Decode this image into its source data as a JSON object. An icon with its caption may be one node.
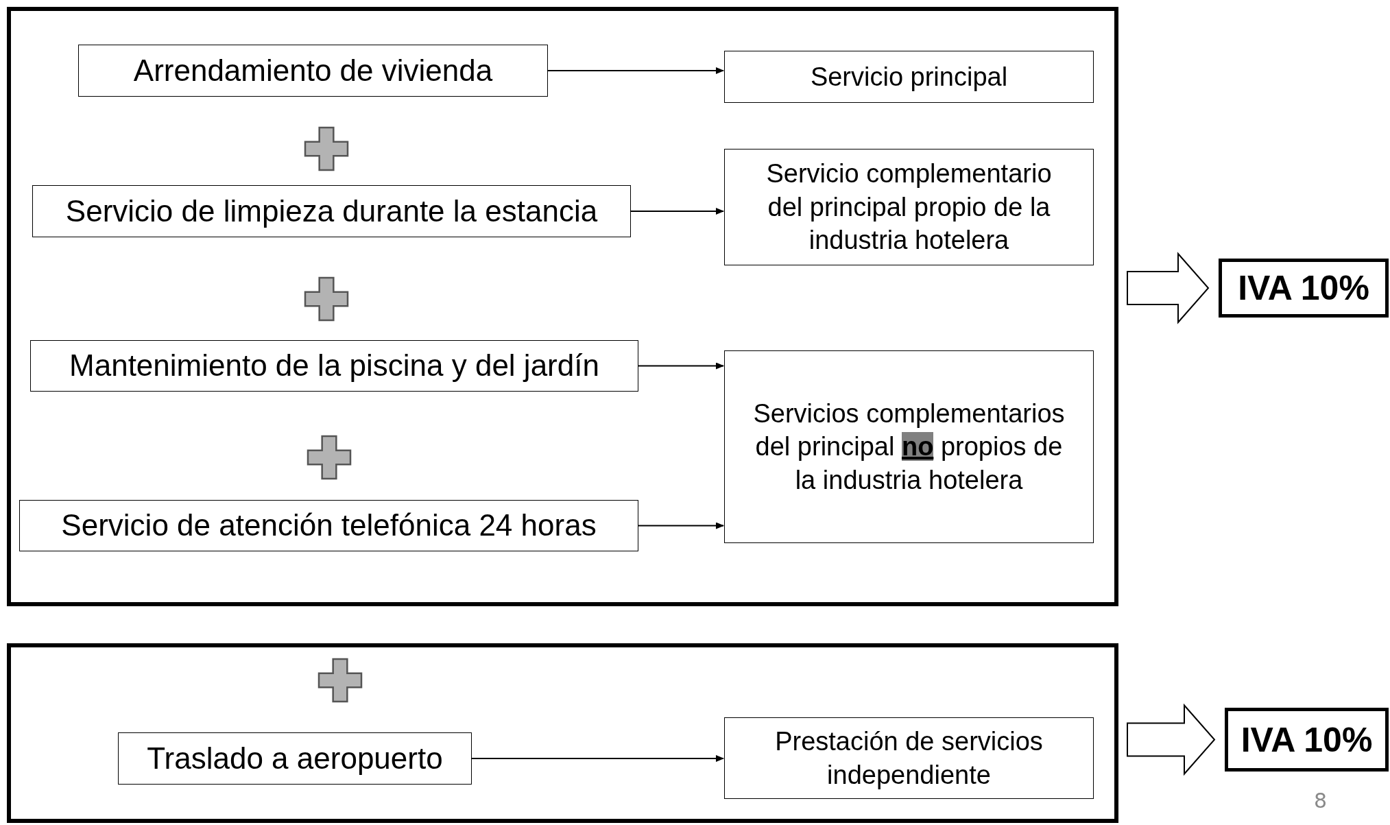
{
  "diagram": {
    "nodes": [
      {
        "text": [],
        "shape": "box"
      },
      {
        "text": [
          "Arrendamiento de vivienda"
        ],
        "in": 0
      },
      {
        "text": [
          "Servicio principal"
        ],
        "in": 0
      },
      {
        "text": [
          "Servicio de limpieza durante la estancia"
        ],
        "in": 0
      },
      {
        "text": [
          "Servicio complementario del principal propio de la industria hotelera"
        ],
        "in": 0
      },
      {
        "text": [
          "Mantenimiento de la piscina y del jardín"
        ],
        "in": 0
      },
      {
        "text": [
          "Servicios complementarios del principal **no** propios de la industria hotelera"
        ],
        "in": 0
      },
      {
        "text": [
          "Servicio de atención telefónica 24 horas"
        ],
        "in": 0
      },
      {
        "text": [],
        "shape": "box"
      },
      {
        "text": [
          "Traslado a aeropuerto"
        ],
        "in": 8
      },
      {
        "text": [
          "Prestación de servicios independiente"
        ],
        "in": 8
      },
      {
        "text": [
          "IVA 10%"
        ]
      },
      {
        "text": [
          "IVA 10%"
        ]
      }
    ],
    "edges": [
      {
        "from": 1,
        "to": 2,
        "arrow": "to"
      },
      {
        "from": 3,
        "to": 4,
        "arrow": "to"
      },
      {
        "from": 5,
        "to": 6,
        "arrow": "to"
      },
      {
        "from": 7,
        "to": 6,
        "arrow": "to"
      },
      {
        "from": 9,
        "to": 10,
        "arrow": "to"
      },
      {
        "from": 0,
        "to": 11,
        "arrow": "to",
        "style": "thick"
      },
      {
        "from": 8,
        "to": 12,
        "arrow": "to",
        "style": "thick"
      }
    ],
    "labels": [
      "8"
    ]
  }
}
